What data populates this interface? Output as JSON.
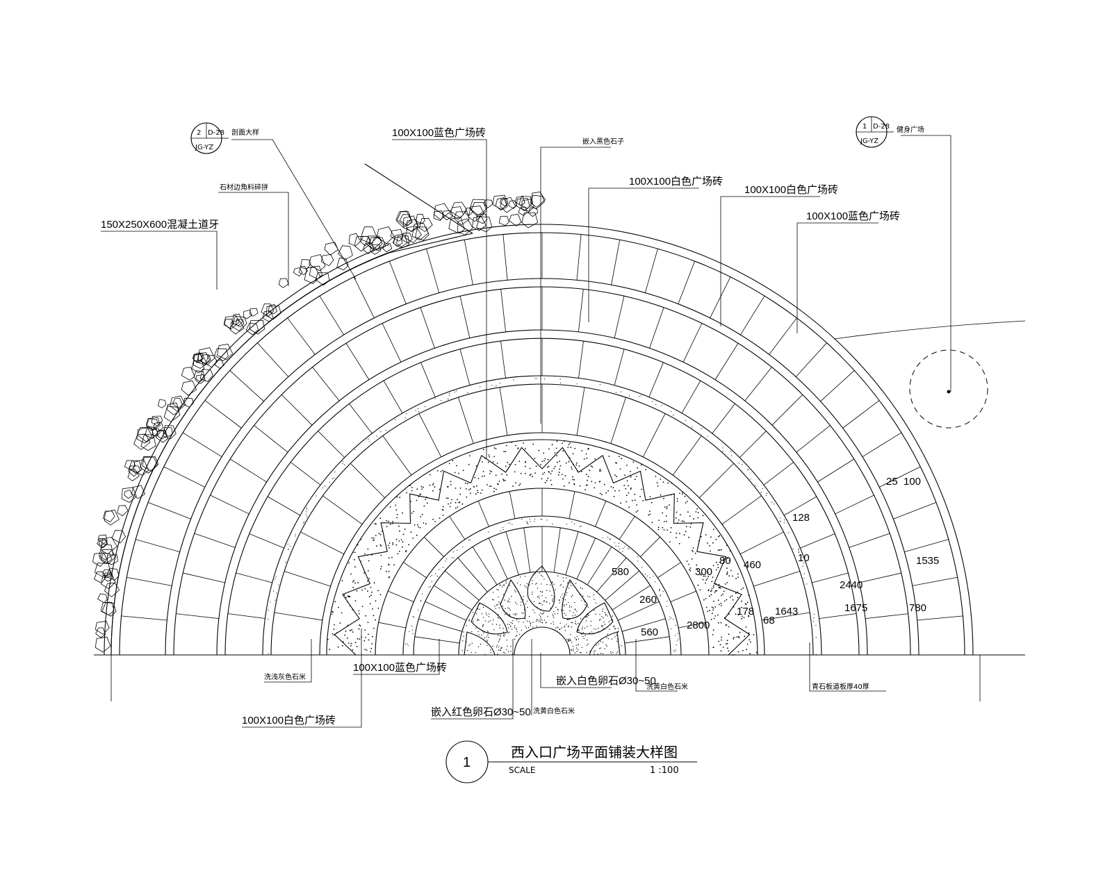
{
  "title": {
    "number": "1",
    "text": "西入口广场平面铺装大样图",
    "scale_label": "SCALE",
    "scale_value": "1 :100"
  },
  "symbols": {
    "left": {
      "num": "2",
      "sheet": "D-28",
      "ref": "JG-YZ"
    },
    "right": {
      "num": "1",
      "sheet": "D-28",
      "ref": "JG-YZ"
    }
  },
  "callouts": {
    "c_detail_2": "剖面大样",
    "c_stone_edge": "石材边角料碎拼",
    "c_curb": "150X250X600混凝土道牙",
    "c_blue_top": "100X100蓝色广场砖",
    "c_black_pebble": "嵌入黑色石子",
    "c_white_1": "100X100白色广场砖",
    "c_white_2": "100X100白色广场砖",
    "c_blue_right": "100X100蓝色广场砖",
    "c_fitness": "健身广场",
    "c_grey_wash": "洗浅灰色石米",
    "c_blue_bottom": "100X100蓝色广场砖",
    "c_white_bottom": "100X100白色广场砖",
    "c_red_stone": "嵌入红色卵石Ø30~50",
    "c_white_pebble": "嵌入白色卵石Ø30~50",
    "c_yellow_wash": "洗黄白色石米",
    "c_white_wash": "洗黄白色石米",
    "c_bluestone": "青石板道板厚40厚"
  },
  "dimensions": [
    "25",
    "100",
    "128",
    "1535",
    "10",
    "2440",
    "1675",
    "1643",
    "780",
    "460",
    "80",
    "300",
    "2800",
    "178",
    "68",
    "560",
    "580",
    "260"
  ]
}
